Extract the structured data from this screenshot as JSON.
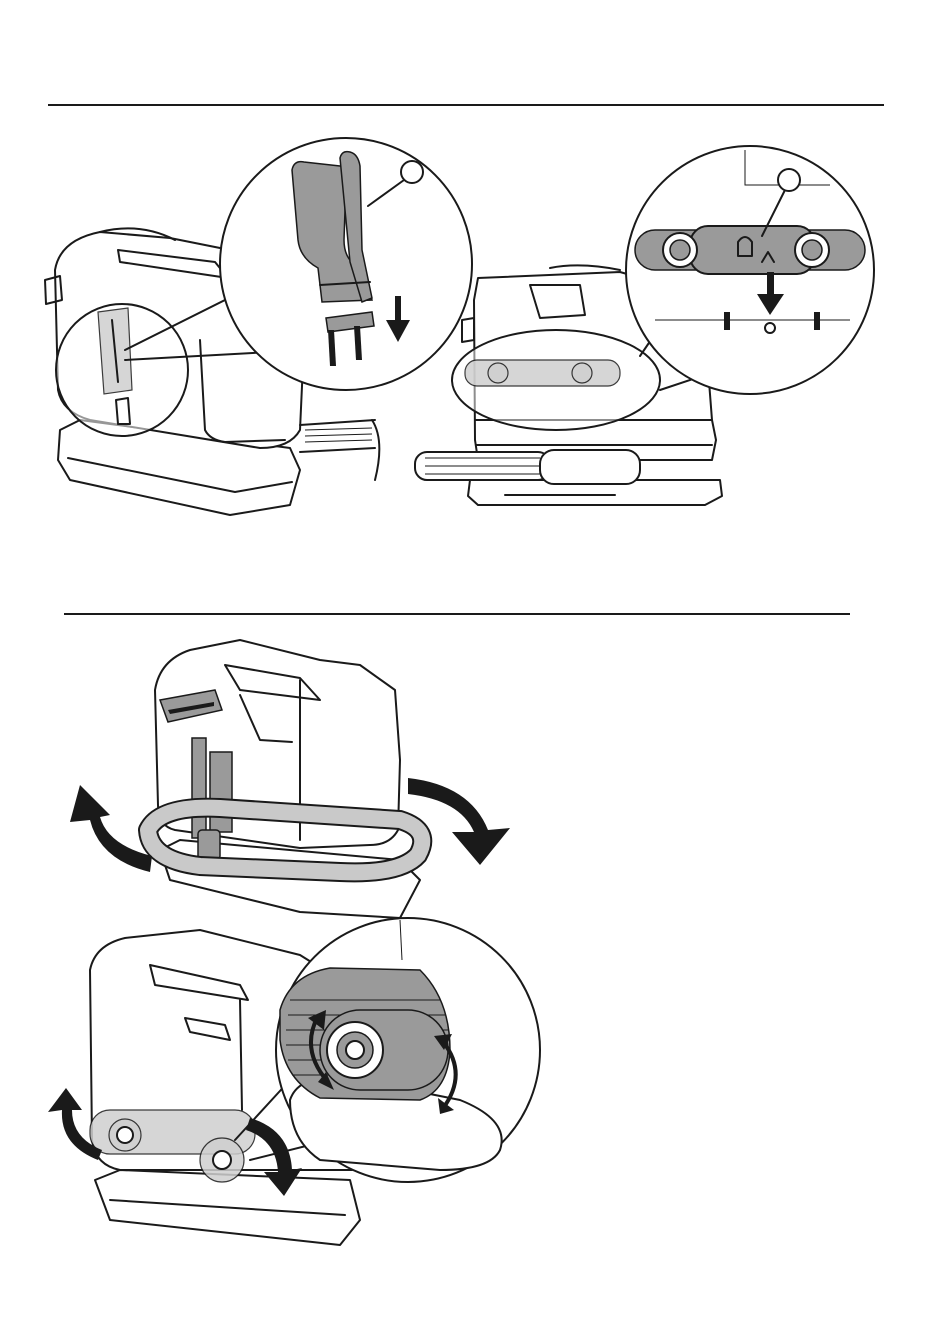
{
  "page": {
    "background": "#ffffff",
    "line_color": "#1a1a1a",
    "fill_gray": "#9a9a9a",
    "fill_light_gray": "#cfcfcf"
  },
  "figures": [
    {
      "id": "hose-clip-removal",
      "icon": "arrow-down-icon"
    },
    {
      "id": "hose-holder-removal",
      "icon": "arrow-down-icon"
    },
    {
      "id": "unwrap-hose",
      "icon": "curved-arrow-icon"
    },
    {
      "id": "rotate-hose-holder",
      "icon": "rotate-arrow-icon"
    }
  ]
}
